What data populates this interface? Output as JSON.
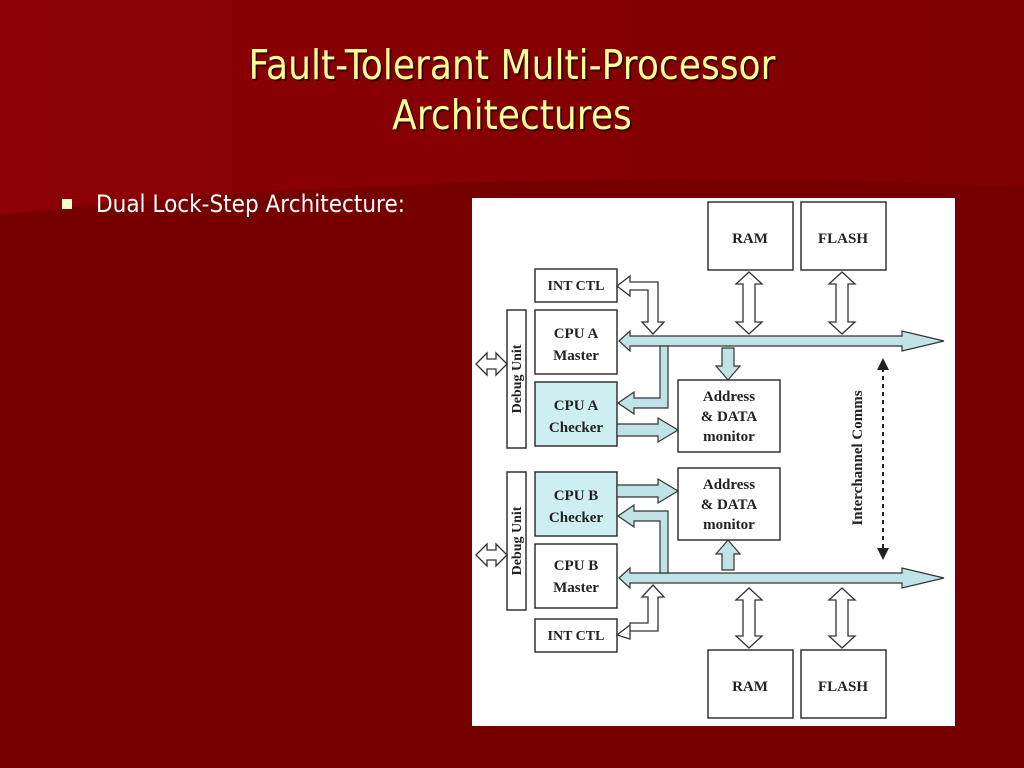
{
  "slide": {
    "title_line1": "Fault-Tolerant Multi-Processor",
    "title_line2": "Architectures",
    "bullet": "Dual Lock-Step Architecture:"
  },
  "diagram": {
    "top_ram": "RAM",
    "top_flash": "FLASH",
    "int_ctl_top": "INT CTL",
    "cpu_a_master_line1": "CPU A",
    "cpu_a_master_line2": "Master",
    "cpu_a_checker_line1": "CPU A",
    "cpu_a_checker_line2": "Checker",
    "monitor_a_line1": "Address",
    "monitor_a_line2": "& DATA",
    "monitor_a_line3": "monitor",
    "debug_unit_top": "Debug Unit",
    "cpu_b_checker_line1": "CPU B",
    "cpu_b_checker_line2": "Checker",
    "monitor_b_line1": "Address",
    "monitor_b_line2": "& DATA",
    "monitor_b_line3": "monitor",
    "cpu_b_master_line1": "CPU B",
    "cpu_b_master_line2": "Master",
    "debug_unit_bottom": "Debug Unit",
    "int_ctl_bottom": "INT CTL",
    "bottom_ram": "RAM",
    "bottom_flash": "FLASH",
    "interchannel": "Interchannel Comms"
  },
  "colors": {
    "background": "#7a0000",
    "title": "#ffff99",
    "checker_fill": "#cdeff2",
    "bus_fill": "#bfe3e6"
  }
}
